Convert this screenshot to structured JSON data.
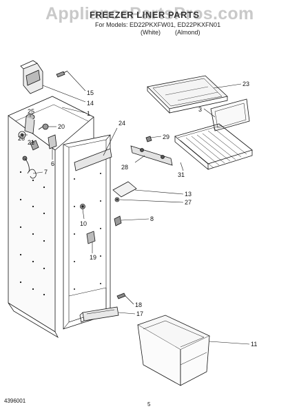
{
  "watermark": "AppliancePartsPros.com",
  "title": "FREEZER LINER PARTS",
  "models": "For Models: ED22PKXFW01, ED22PKXFN01",
  "color_white": "(White)",
  "color_almond": "(Almond)",
  "callouts": [
    "15",
    "14",
    "1",
    "25",
    "20",
    "26",
    "21",
    "6",
    "7",
    "24",
    "23",
    "3",
    "29",
    "28",
    "31",
    "13",
    "27",
    "8",
    "10",
    "19",
    "18",
    "17",
    "11"
  ],
  "footer_code": "4396001",
  "page_number": "5"
}
